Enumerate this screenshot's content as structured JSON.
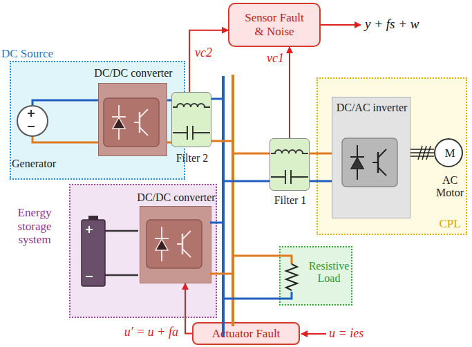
{
  "diagram": {
    "nodes": [
      {
        "text": [
          "Sensor Fault & Noise"
        ]
      },
      {
        "text": [
          "DC Source"
        ]
      },
      {
        "text": [
          "DC/DC converter"
        ],
        "in": 1
      },
      {
        "text": [
          "Generator"
        ],
        "in": 1
      },
      {
        "text": [
          "Filter 2"
        ]
      },
      {
        "text": [
          "Filter 1"
        ]
      },
      {
        "text": [
          "CPL"
        ]
      },
      {
        "text": [
          "DC/AC inverter"
        ],
        "in": 6
      },
      {
        "text": [
          "M",
          "AC Motor"
        ],
        "in": 6
      },
      {
        "text": [
          "Energy storage system"
        ]
      },
      {
        "text": [
          "DC/DC converter"
        ],
        "in": 9
      },
      {
        "text": [
          "Resistive Load"
        ]
      },
      {
        "text": [
          "Actuator Fault"
        ]
      }
    ],
    "edges": [
      {
        "from": 4,
        "to": 0,
        "arrow": "to",
        "label": "vc2"
      },
      {
        "from": 5,
        "to": 0,
        "arrow": "to",
        "label": "vc1"
      },
      {
        "from": 12,
        "to": 10,
        "arrow": "to",
        "label": "u′ = u + fa"
      },
      {
        "from": 3,
        "to": 2,
        "arrow": "none"
      },
      {
        "from": 2,
        "to": 4,
        "arrow": "none"
      },
      {
        "from": 5,
        "to": 7,
        "arrow": "none"
      },
      {
        "from": 7,
        "to": 8,
        "arrow": "none"
      }
    ],
    "labels": [
      "y + fs + w",
      "u = ies"
    ]
  }
}
